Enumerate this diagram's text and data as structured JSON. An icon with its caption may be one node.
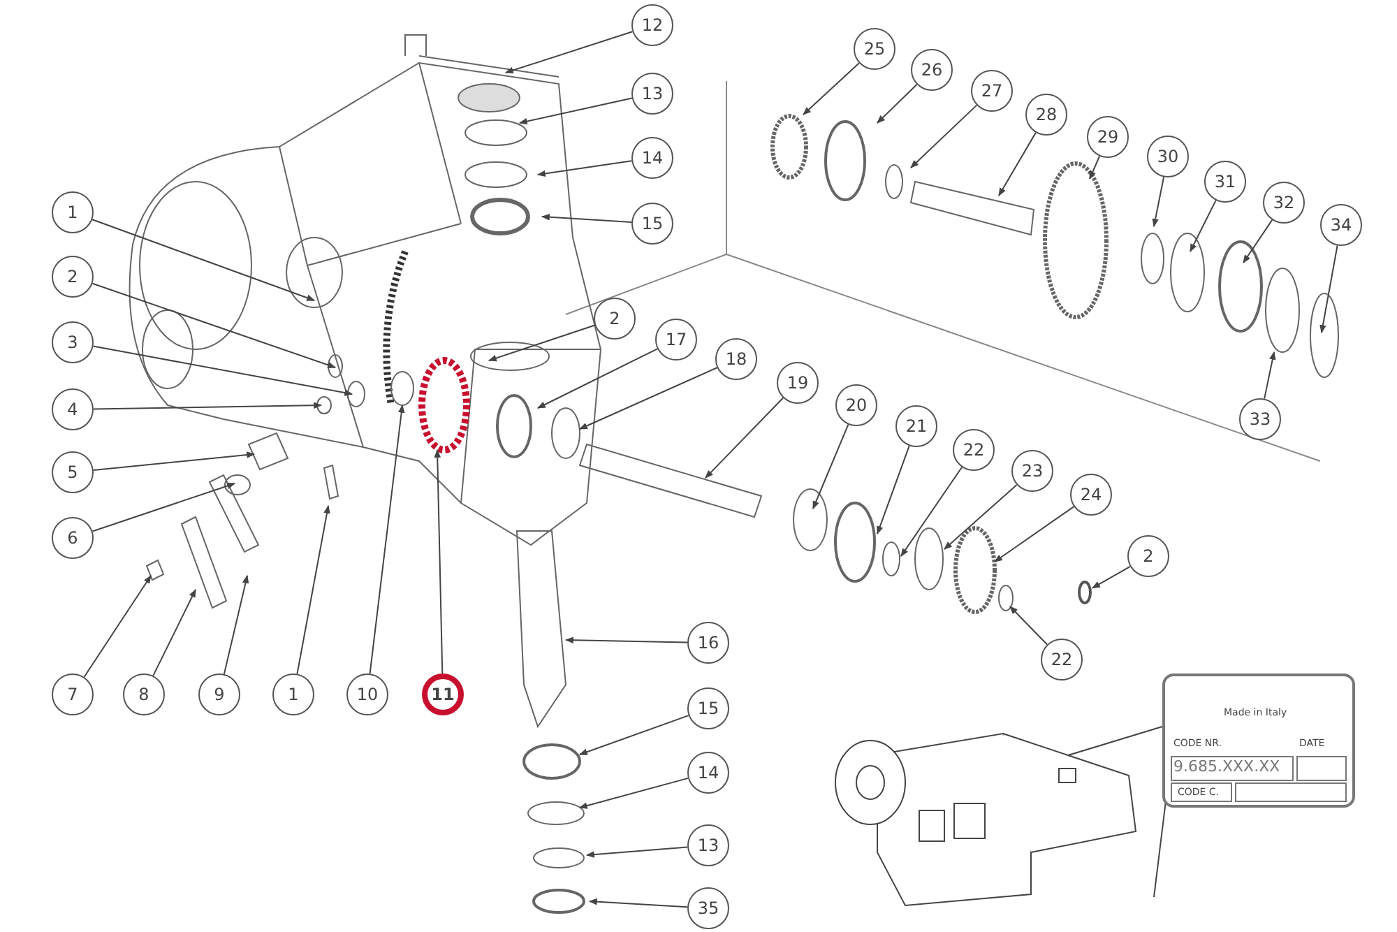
{
  "diagram": {
    "nodes": [
      {
        "text": [
          "1"
        ]
      },
      {
        "text": [
          "2"
        ]
      },
      {
        "text": [
          "3"
        ]
      },
      {
        "text": [
          "4"
        ]
      },
      {
        "text": [
          "5"
        ]
      },
      {
        "text": [
          "6"
        ]
      },
      {
        "text": [
          "7"
        ]
      },
      {
        "text": [
          "8"
        ]
      },
      {
        "text": [
          "9"
        ]
      },
      {
        "text": [
          "1"
        ]
      },
      {
        "text": [
          "10"
        ]
      },
      {
        "text": [
          "11"
        ]
      },
      {
        "text": [
          "12"
        ]
      },
      {
        "text": [
          "13"
        ]
      },
      {
        "text": [
          "14"
        ]
      },
      {
        "text": [
          "15"
        ]
      },
      {
        "text": [
          "2"
        ]
      },
      {
        "text": [
          "17"
        ]
      },
      {
        "text": [
          "18"
        ]
      },
      {
        "text": [
          "19"
        ]
      },
      {
        "text": [
          "20"
        ]
      },
      {
        "text": [
          "21"
        ]
      },
      {
        "text": [
          "22"
        ]
      },
      {
        "text": [
          "23"
        ]
      },
      {
        "text": [
          "24"
        ]
      },
      {
        "text": [
          "2"
        ]
      },
      {
        "text": [
          "22"
        ]
      },
      {
        "text": [
          "16"
        ]
      },
      {
        "text": [
          "15"
        ]
      },
      {
        "text": [
          "14"
        ]
      },
      {
        "text": [
          "13"
        ]
      },
      {
        "text": [
          "35"
        ]
      },
      {
        "text": [
          "25"
        ]
      },
      {
        "text": [
          "26"
        ]
      },
      {
        "text": [
          "27"
        ]
      },
      {
        "text": [
          "28"
        ]
      },
      {
        "text": [
          "29"
        ]
      },
      {
        "text": [
          "30"
        ]
      },
      {
        "text": [
          "31"
        ]
      },
      {
        "text": [
          "32"
        ]
      },
      {
        "text": [
          "34"
        ]
      },
      {
        "text": [
          "33"
        ]
      },
      {
        "text": [
          "Made in Italy",
          "CODE NR.",
          "DATE",
          "9.685.XXX.XX",
          "CODE C."
        ]
      },
      {
        "text": [],
        "shape": "picture"
      },
      {
        "text": [],
        "shape": "circle"
      }
    ],
    "edges": [
      {
        "from": 0,
        "to": null,
        "arrow": "to"
      },
      {
        "from": 1,
        "to": null,
        "arrow": "to"
      },
      {
        "from": 2,
        "to": null,
        "arrow": "to"
      },
      {
        "from": 3,
        "to": null,
        "arrow": "to"
      },
      {
        "from": 4,
        "to": null,
        "arrow": "to"
      },
      {
        "from": 5,
        "to": null,
        "arrow": "to"
      },
      {
        "from": 6,
        "to": null,
        "arrow": "to"
      },
      {
        "from": 7,
        "to": null,
        "arrow": "to"
      },
      {
        "from": 8,
        "to": null,
        "arrow": "to"
      },
      {
        "from": 9,
        "to": null,
        "arrow": "to"
      },
      {
        "from": 10,
        "to": null,
        "arrow": "to"
      },
      {
        "from": 11,
        "to": null,
        "arrow": "to"
      },
      {
        "from": 12,
        "to": null,
        "arrow": "to"
      },
      {
        "from": 13,
        "to": null,
        "arrow": "to"
      },
      {
        "from": 14,
        "to": null,
        "arrow": "to"
      },
      {
        "from": 15,
        "to": null,
        "arrow": "to"
      },
      {
        "from": 16,
        "to": null,
        "arrow": "to"
      },
      {
        "from": 17,
        "to": null,
        "arrow": "to"
      },
      {
        "from": 18,
        "to": null,
        "arrow": "to"
      },
      {
        "from": 19,
        "to": null,
        "arrow": "to"
      },
      {
        "from": 20,
        "to": null,
        "arrow": "to"
      },
      {
        "from": 21,
        "to": null,
        "arrow": "to"
      },
      {
        "from": 22,
        "to": null,
        "arrow": "to"
      },
      {
        "from": 23,
        "to": null,
        "arrow": "to"
      },
      {
        "from": 24,
        "to": null,
        "arrow": "to"
      },
      {
        "from": 25,
        "to": 44,
        "arrow": "to"
      },
      {
        "from": 26,
        "to": null,
        "arrow": "to"
      },
      {
        "from": 27,
        "to": null,
        "arrow": "to"
      },
      {
        "from": 28,
        "to": null,
        "arrow": "to"
      },
      {
        "from": 29,
        "to": null,
        "arrow": "to"
      },
      {
        "from": 30,
        "to": null,
        "arrow": "to"
      },
      {
        "from": 31,
        "to": null,
        "arrow": "to"
      },
      {
        "from": 32,
        "to": null,
        "arrow": "to"
      },
      {
        "from": 33,
        "to": null,
        "arrow": "to"
      },
      {
        "from": 34,
        "to": null,
        "arrow": "to"
      },
      {
        "from": 35,
        "to": null,
        "arrow": "to"
      },
      {
        "from": 36,
        "to": null,
        "arrow": "to"
      },
      {
        "from": 37,
        "to": null,
        "arrow": "to"
      },
      {
        "from": 38,
        "to": null,
        "arrow": "to"
      },
      {
        "from": 39,
        "to": null,
        "arrow": "to"
      },
      {
        "from": 40,
        "to": null,
        "arrow": "to"
      },
      {
        "from": 41,
        "to": null,
        "arrow": "to"
      },
      {
        "from": 42,
        "to": 43,
        "arrow": "none"
      },
      {
        "from": 42,
        "to": null,
        "arrow": "none"
      }
    ]
  }
}
